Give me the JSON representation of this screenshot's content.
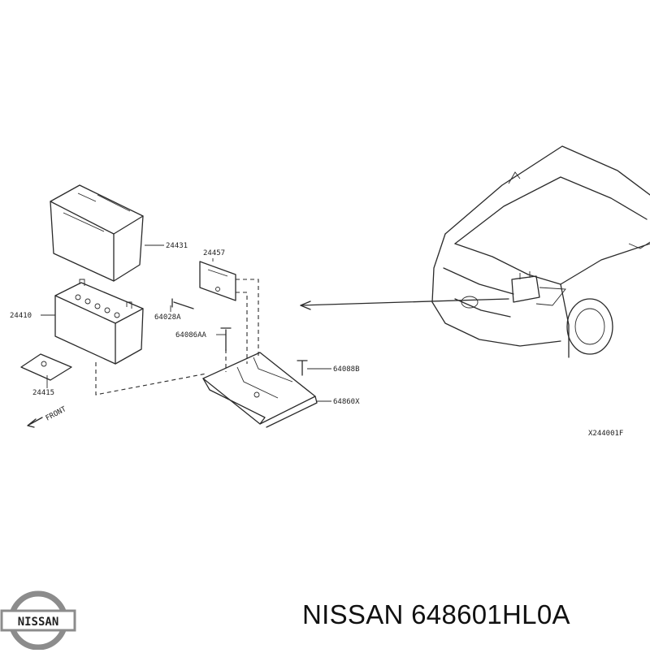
{
  "diagram": {
    "part_labels": {
      "p24431": "24431",
      "p24457": "24457",
      "p24410": "24410",
      "p64028a": "64028A",
      "p64086aa": "64086AA",
      "p64088b": "64088B",
      "p64860x": "64860X",
      "p24415": "24415"
    },
    "front_label": "FRONT",
    "ref_code": "X244001F"
  },
  "brand": {
    "logo_text": "NISSAN"
  },
  "caption": "NISSAN 648601HL0A"
}
